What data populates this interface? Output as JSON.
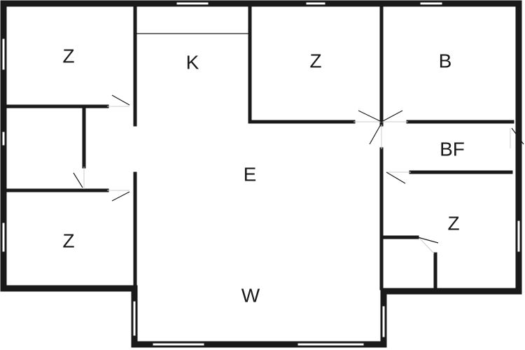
{
  "rooms": [
    {
      "id": "room-z-top-left",
      "label": "Z"
    },
    {
      "id": "room-k",
      "label": "K"
    },
    {
      "id": "room-z-top-mid",
      "label": "Z"
    },
    {
      "id": "room-b",
      "label": "B"
    },
    {
      "id": "room-bf",
      "label": "BF"
    },
    {
      "id": "room-e",
      "label": "E"
    },
    {
      "id": "room-z-right",
      "label": "Z"
    },
    {
      "id": "room-z-bottom-left",
      "label": "Z"
    },
    {
      "id": "room-w",
      "label": "W"
    }
  ],
  "colors": {
    "wall": "#1a1a1a",
    "background": "#ffffff"
  }
}
